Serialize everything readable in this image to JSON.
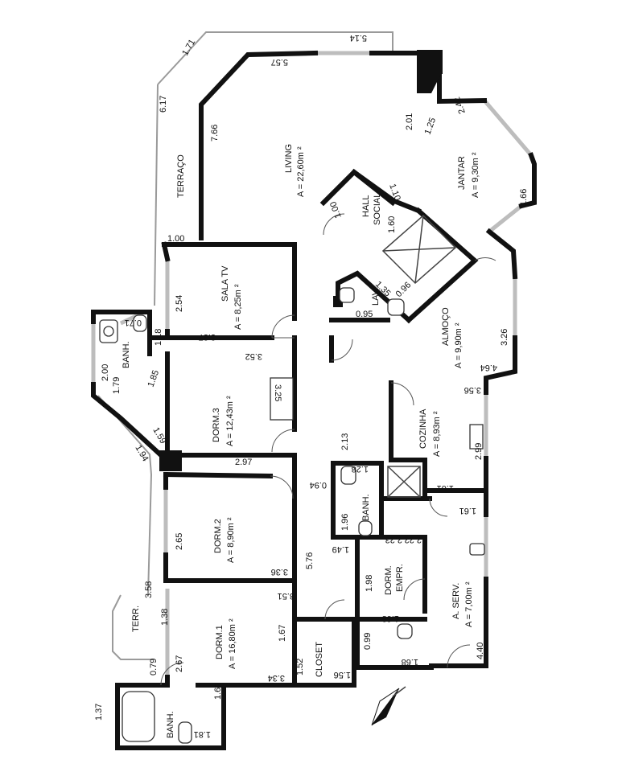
{
  "plan": {
    "rooms": [
      {
        "id": "living",
        "name": "LIVING",
        "area": "A = 22,60m ²"
      },
      {
        "id": "jantar",
        "name": "JANTAR",
        "area": "A = 9,30m ²"
      },
      {
        "id": "hall",
        "name": "HALL",
        "sub": "SOCIAL"
      },
      {
        "id": "terraco",
        "name": "TERRAÇO"
      },
      {
        "id": "salatv",
        "name": "SALA TV",
        "area": "A = 8,25m ²"
      },
      {
        "id": "lav",
        "name": "LAV."
      },
      {
        "id": "almoco",
        "name": "ALMOÇO",
        "area": "A = 9,90m ²"
      },
      {
        "id": "banh1",
        "name": "BANH."
      },
      {
        "id": "dorm3",
        "name": "DORM.3",
        "area": "A = 12,43m ²"
      },
      {
        "id": "cozinha",
        "name": "COZINHA",
        "area": "A = 8,93m ²"
      },
      {
        "id": "banh2",
        "name": "BANH."
      },
      {
        "id": "dorm2",
        "name": "DORM.2",
        "area": "A = 8,90m ²"
      },
      {
        "id": "dormempr",
        "name": "DORM.",
        "sub": "EMPR."
      },
      {
        "id": "aserv",
        "name": "A. SERV.",
        "area": "A = 7,00m ²"
      },
      {
        "id": "terr",
        "name": "TERR."
      },
      {
        "id": "dorm1",
        "name": "DORM.1",
        "area": "A = 16,80m ²"
      },
      {
        "id": "closet",
        "name": "CLOSET"
      },
      {
        "id": "banh3",
        "name": "BANH."
      }
    ],
    "dimensions": {
      "d514": "5.14",
      "d171": "1.71",
      "d617": "6.17",
      "d557": "5.57",
      "d766": "7.66",
      "d201": "2.01",
      "d125": "1.25",
      "d242": "2.42",
      "d110": "1.10",
      "d160": "1.60",
      "d166": "1.66",
      "d100a": "1.00",
      "d100b": "1.00",
      "d254": "2.54",
      "d337": "3.37",
      "d135": "1.35",
      "d095": "0.95",
      "d096": "0.96",
      "d071": "0.71",
      "d118": "1.18",
      "d326": "3.26",
      "d464": "4.64",
      "d200": "2.00",
      "d179": "1.79",
      "d185": "1.85",
      "d352": "3.52",
      "d325": "3.25",
      "d356": "3.56",
      "d159": "1.59",
      "d194": "1.94",
      "d213": "2.13",
      "d297": "2.97",
      "d299": "2.99",
      "d094": "0.94",
      "d128": "1.28",
      "d161a": "1.61",
      "d161b": "1.61",
      "d196": "1.96",
      "d265": "2.65",
      "d223": "2.23",
      "d222": "2.22",
      "d149": "1.49",
      "d336": "3.36",
      "d576": "5.76",
      "d198": "1.98",
      "d351": "3.51",
      "d358": "3.58",
      "d138": "1.38",
      "d079": "0.79",
      "d267": "2.67",
      "d168a": "1.68",
      "d099": "0.99",
      "d168b": "1.68",
      "d440": "4.40",
      "d167": "1.67",
      "d152": "1.52",
      "d156": "1.56",
      "d334": "3.34",
      "d137": "1.37",
      "d162": "1.62",
      "d181": "1.81"
    }
  }
}
